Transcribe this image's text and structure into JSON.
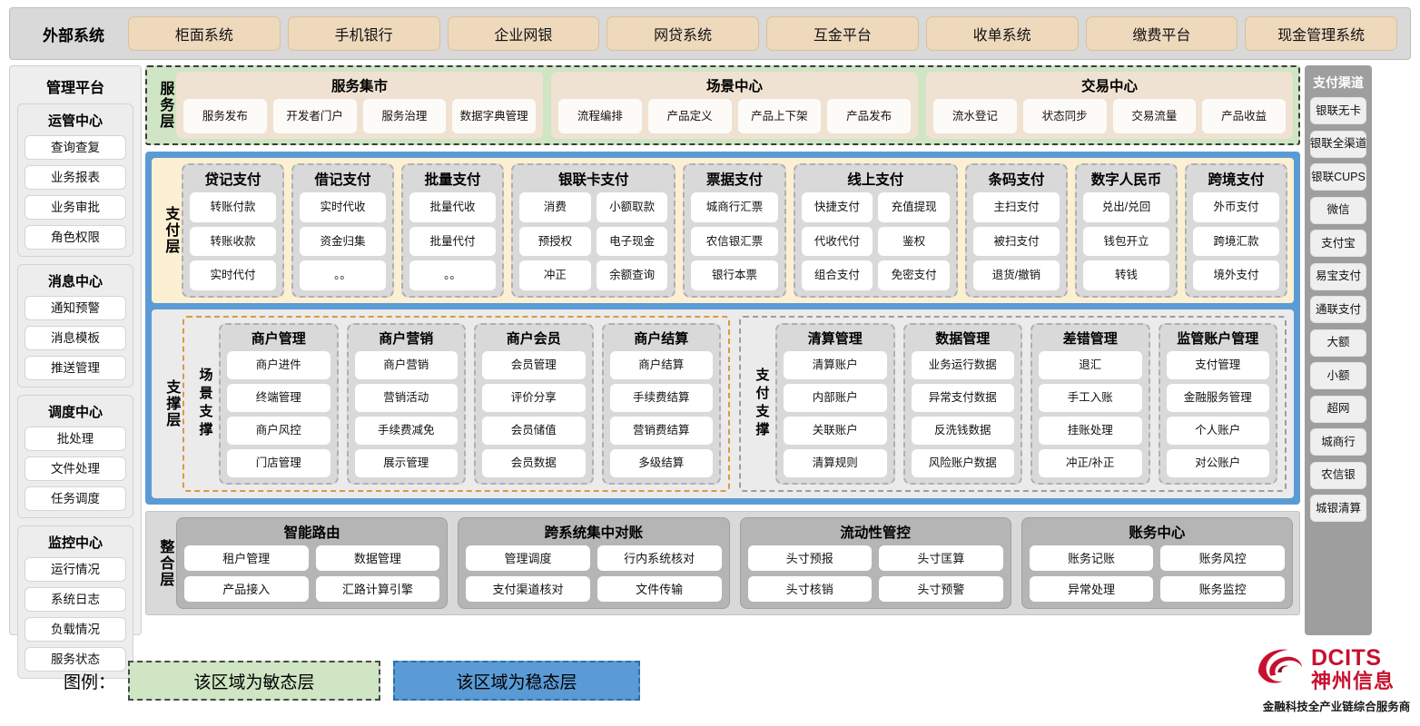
{
  "external": {
    "title": "外部系统",
    "items": [
      "柜面系统",
      "手机银行",
      "企业网银",
      "网贷系统",
      "互金平台",
      "收单系统",
      "缴费平台",
      "现金管理系统"
    ]
  },
  "admin": {
    "title": "管理平台",
    "groups": [
      {
        "title": "运管中心",
        "items": [
          "查询查复",
          "业务报表",
          "业务审批",
          "角色权限"
        ]
      },
      {
        "title": "消息中心",
        "items": [
          "通知预警",
          "消息模板",
          "推送管理"
        ]
      },
      {
        "title": "调度中心",
        "items": [
          "批处理",
          "文件处理",
          "任务调度"
        ]
      },
      {
        "title": "监控中心",
        "items": [
          "运行情况",
          "系统日志",
          "负载情况",
          "服务状态"
        ]
      }
    ]
  },
  "channels": {
    "title": "支付渠道",
    "items": [
      "银联无卡",
      "银联全渠道",
      "银联CUPS",
      "微信",
      "支付宝",
      "易宝支付",
      "通联支付",
      "大额",
      "小额",
      "超网",
      "城商行",
      "农信银",
      "城银清算"
    ]
  },
  "service_layer": {
    "label": "服务层",
    "groups": [
      {
        "title": "服务集市",
        "items": [
          "服务发布",
          "开发者门户",
          "服务治理",
          "数据字典管理"
        ]
      },
      {
        "title": "场景中心",
        "items": [
          "流程编排",
          "产品定义",
          "产品上下架",
          "产品发布"
        ]
      },
      {
        "title": "交易中心",
        "items": [
          "流水登记",
          "状态同步",
          "交易流量",
          "产品收益"
        ]
      }
    ]
  },
  "payment_layer": {
    "label": "支付层",
    "groups": [
      {
        "title": "贷记支付",
        "cols": 1,
        "rows": [
          [
            "转账付款"
          ],
          [
            "转账收款"
          ],
          [
            "实时代付"
          ]
        ]
      },
      {
        "title": "借记支付",
        "cols": 1,
        "rows": [
          [
            "实时代收"
          ],
          [
            "资金归集"
          ],
          [
            "。。"
          ]
        ]
      },
      {
        "title": "批量支付",
        "cols": 1,
        "rows": [
          [
            "批量代收"
          ],
          [
            "批量代付"
          ],
          [
            "。。"
          ]
        ]
      },
      {
        "title": "银联卡支付",
        "cols": 2,
        "rows": [
          [
            "消费",
            "小额取款"
          ],
          [
            "预授权",
            "电子现金"
          ],
          [
            "冲正",
            "余额查询"
          ]
        ]
      },
      {
        "title": "票据支付",
        "cols": 1,
        "rows": [
          [
            "城商行汇票"
          ],
          [
            "农信银汇票"
          ],
          [
            "银行本票"
          ]
        ]
      },
      {
        "title": "线上支付",
        "cols": 2,
        "rows": [
          [
            "快捷支付",
            "充值提现"
          ],
          [
            "代收代付",
            "鉴权"
          ],
          [
            "组合支付",
            "免密支付"
          ]
        ]
      },
      {
        "title": "条码支付",
        "cols": 1,
        "rows": [
          [
            "主扫支付"
          ],
          [
            "被扫支付"
          ],
          [
            "退货/撤销"
          ]
        ]
      },
      {
        "title": "数字人民币",
        "cols": 1,
        "rows": [
          [
            "兑出/兑回"
          ],
          [
            "钱包开立"
          ],
          [
            "转钱"
          ]
        ]
      },
      {
        "title": "跨境支付",
        "cols": 1,
        "rows": [
          [
            "外币支付"
          ],
          [
            "跨境汇款"
          ],
          [
            "境外支付"
          ]
        ]
      }
    ]
  },
  "support_layer": {
    "label": "支撑层",
    "blocks": [
      {
        "label": "场景支撑",
        "columns": [
          {
            "title": "商户管理",
            "items": [
              "商户进件",
              "终端管理",
              "商户风控",
              "门店管理"
            ]
          },
          {
            "title": "商户营销",
            "items": [
              "商户营销",
              "营销活动",
              "手续费减免",
              "展示管理"
            ]
          },
          {
            "title": "商户会员",
            "items": [
              "会员管理",
              "评价分享",
              "会员储值",
              "会员数据"
            ]
          },
          {
            "title": "商户结算",
            "items": [
              "商户结算",
              "手续费结算",
              "营销费结算",
              "多级结算"
            ]
          }
        ]
      },
      {
        "label": "支付支撑",
        "columns": [
          {
            "title": "清算管理",
            "items": [
              "清算账户",
              "内部账户",
              "关联账户",
              "清算规则"
            ]
          },
          {
            "title": "数据管理",
            "items": [
              "业务运行数据",
              "异常支付数据",
              "反洗钱数据",
              "风险账户数据"
            ]
          },
          {
            "title": "差错管理",
            "items": [
              "退汇",
              "手工入账",
              "挂账处理",
              "冲正/补正"
            ]
          },
          {
            "title": "监管账户管理",
            "items": [
              "支付管理",
              "金融服务管理",
              "个人账户",
              "对公账户"
            ]
          }
        ]
      }
    ]
  },
  "integration_layer": {
    "label": "整合层",
    "groups": [
      {
        "title": "智能路由",
        "rows": [
          [
            "租户管理",
            "数据管理"
          ],
          [
            "产品接入",
            "汇路计算引擎"
          ]
        ]
      },
      {
        "title": "跨系统集中对账",
        "rows": [
          [
            "管理调度",
            "行内系统核对"
          ],
          [
            "支付渠道核对",
            "文件传输"
          ]
        ]
      },
      {
        "title": "流动性管控",
        "rows": [
          [
            "头寸预报",
            "头寸匡算"
          ],
          [
            "头寸核销",
            "头寸预警"
          ]
        ]
      },
      {
        "title": "账务中心",
        "rows": [
          [
            "账务记账",
            "账务风控"
          ],
          [
            "异常处理",
            "账务监控"
          ]
        ]
      }
    ]
  },
  "legend": {
    "label": "图例：",
    "agile": "该区域为敏态层",
    "stable": "该区域为稳态层"
  },
  "logo": {
    "name": "DCITS",
    "cn": "神州信息",
    "tagline": "金融科技全产业链综合服务商"
  },
  "colors": {
    "agile": "#cfe5c3",
    "stable": "#5b9bd5",
    "payment_bg": "#fdf0d2",
    "external_item": "#eed9bd",
    "brand_red": "#c8102e"
  }
}
